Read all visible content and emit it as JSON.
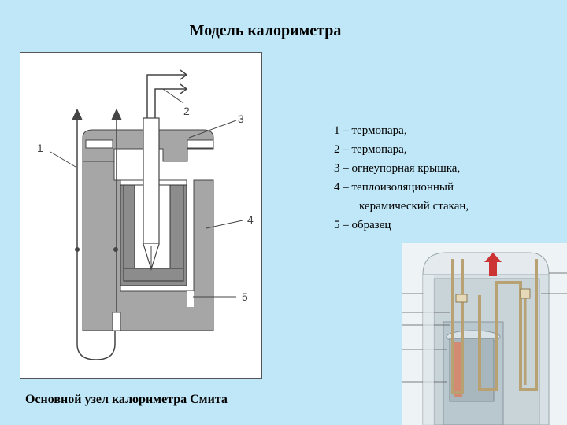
{
  "title": "Модель калориметра",
  "diagram": {
    "callouts": [
      "1",
      "2",
      "3",
      "4",
      "5"
    ]
  },
  "legend": {
    "items": [
      "1 – термопара,",
      "2 – термопара,",
      "3 – огнеупорная крышка,",
      "4 – теплоизоляционный",
      "керамический стакан,",
      "5 – образец"
    ]
  },
  "caption": "Основной узел калориметра Смита",
  "colors": {
    "background": "#bfe7f7",
    "insulation": "#a6a6a6",
    "sample": "#8c8c8c",
    "arrow": "#cc3333"
  }
}
